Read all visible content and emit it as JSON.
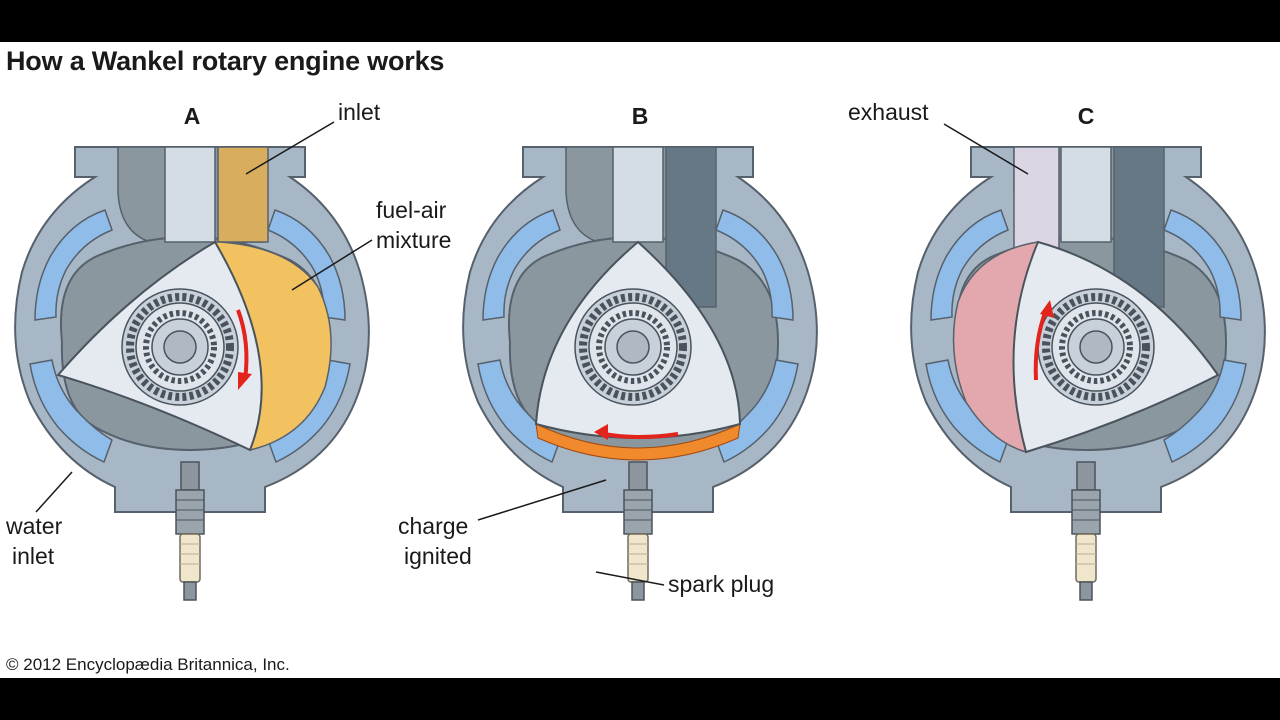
{
  "title": "How a Wankel rotary engine works",
  "copyright": "© 2012 Encyclopædia Britannica, Inc.",
  "colors": {
    "housing": "#a8b7c6",
    "housing_dark": "#7f8f9f",
    "cavity": "#8a979f",
    "coolant": "#8fbce8",
    "rotor": "#e4eaf0",
    "fuel_mixture": "#f2c261",
    "exhaust": "#e2a8ad",
    "ignition": "#f08a2c",
    "arrow": "#e2241c"
  },
  "panels": [
    {
      "letter": "A",
      "labels": {
        "inlet": "inlet",
        "fuel_air_1": "fuel-air",
        "fuel_air_2": "mixture",
        "water_1": "water",
        "water_2": "inlet"
      }
    },
    {
      "letter": "B",
      "labels": {
        "charge_1": "charge",
        "charge_2": "ignited",
        "spark_plug": "spark plug"
      }
    },
    {
      "letter": "C",
      "labels": {
        "exhaust": "exhaust"
      }
    }
  ]
}
